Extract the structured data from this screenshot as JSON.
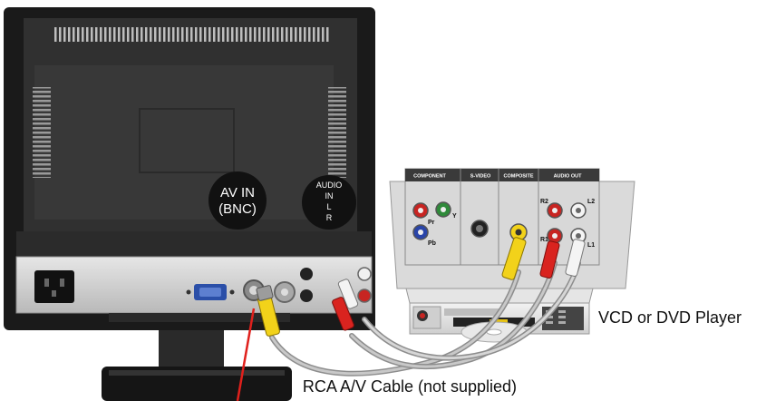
{
  "callouts": {
    "av_in_line1": "AV IN",
    "av_in_line2": "(BNC)",
    "audio_in_line1": "AUDIO",
    "audio_in_line2": "IN",
    "audio_in_line3": "L",
    "audio_in_line4": "R"
  },
  "player_panel": {
    "component": "COMPONENT",
    "s_video": "S-VIDEO",
    "composite": "COMPOSITE",
    "audio_out": "AUDIO OUT",
    "pin_pr": "Pr",
    "pin_y": "Y",
    "pin_pb": "Pb",
    "pin_r2": "R2",
    "pin_l2": "L2",
    "pin_r1": "R1",
    "pin_l1": "L1"
  },
  "labels": {
    "player": "VCD or DVD Player",
    "cable": "RCA A/V Cable (not supplied)"
  },
  "colors": {
    "monitor_body": "#1a1a1a",
    "panel_gray": "#c9c9c9",
    "rca_yellow": "#f2d21a",
    "rca_red": "#d9231f",
    "rca_white": "#f4f4f4",
    "pointer_red": "#e0201c"
  }
}
